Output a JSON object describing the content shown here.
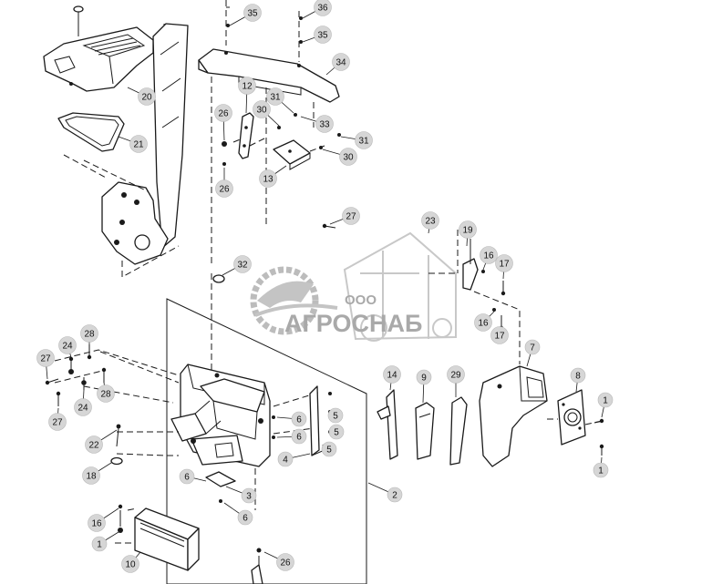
{
  "watermark": {
    "company_prefix": "ООО",
    "company_name": "АГРОСНАБ"
  },
  "callouts": [
    {
      "label": "35"
    },
    {
      "label": "36"
    },
    {
      "label": "35"
    },
    {
      "label": "34"
    },
    {
      "label": "20"
    },
    {
      "label": "21"
    },
    {
      "label": "12"
    },
    {
      "label": "30"
    },
    {
      "label": "31"
    },
    {
      "label": "33"
    },
    {
      "label": "31"
    },
    {
      "label": "30"
    },
    {
      "label": "26"
    },
    {
      "label": "26"
    },
    {
      "label": "13"
    },
    {
      "label": "27"
    },
    {
      "label": "23"
    },
    {
      "label": "19"
    },
    {
      "label": "16"
    },
    {
      "label": "17"
    },
    {
      "label": "32"
    },
    {
      "label": "16"
    },
    {
      "label": "17"
    },
    {
      "label": "7"
    },
    {
      "label": "28"
    },
    {
      "label": "24"
    },
    {
      "label": "27"
    },
    {
      "label": "24"
    },
    {
      "label": "28"
    },
    {
      "label": "27"
    },
    {
      "label": "14"
    },
    {
      "label": "9"
    },
    {
      "label": "29"
    },
    {
      "label": "8"
    },
    {
      "label": "1"
    },
    {
      "label": "6"
    },
    {
      "label": "6"
    },
    {
      "label": "5"
    },
    {
      "label": "5"
    },
    {
      "label": "4"
    },
    {
      "label": "5"
    },
    {
      "label": "1"
    },
    {
      "label": "22"
    },
    {
      "label": "18"
    },
    {
      "label": "6"
    },
    {
      "label": "3"
    },
    {
      "label": "2"
    },
    {
      "label": "6"
    },
    {
      "label": "16"
    },
    {
      "label": "1"
    },
    {
      "label": "10"
    },
    {
      "label": "26"
    }
  ]
}
